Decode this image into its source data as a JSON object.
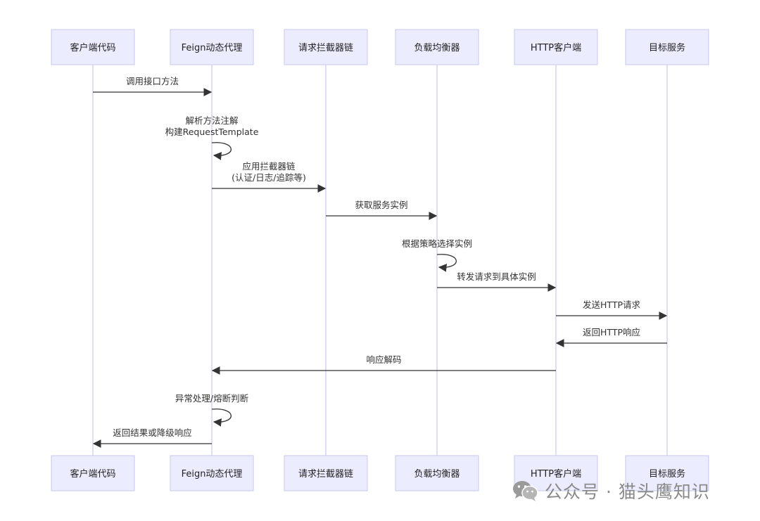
{
  "participants": [
    {
      "id": "client",
      "label": "客户端代码"
    },
    {
      "id": "feign",
      "label": "Feign动态代理"
    },
    {
      "id": "interceptor",
      "label": "请求拦截器链"
    },
    {
      "id": "lb",
      "label": "负载均衡器"
    },
    {
      "id": "http",
      "label": "HTTP客户端"
    },
    {
      "id": "target",
      "label": "目标服务"
    }
  ],
  "messages": [
    {
      "from": "client",
      "to": "feign",
      "lines": [
        "调用接口方法"
      ]
    },
    {
      "from": "feign",
      "to": "feign",
      "lines": [
        "解析方法注解",
        "构建RequestTemplate"
      ]
    },
    {
      "from": "feign",
      "to": "interceptor",
      "lines": [
        "应用拦截器链",
        "(认证/日志/追踪等)"
      ]
    },
    {
      "from": "interceptor",
      "to": "lb",
      "lines": [
        "获取服务实例"
      ]
    },
    {
      "from": "lb",
      "to": "lb",
      "lines": [
        "根据策略选择实例"
      ]
    },
    {
      "from": "lb",
      "to": "http",
      "lines": [
        "转发请求到具体实例"
      ]
    },
    {
      "from": "http",
      "to": "target",
      "lines": [
        "发送HTTP请求"
      ]
    },
    {
      "from": "target",
      "to": "http",
      "lines": [
        "返回HTTP响应"
      ]
    },
    {
      "from": "http",
      "to": "feign",
      "lines": [
        "响应解码"
      ]
    },
    {
      "from": "feign",
      "to": "feign",
      "lines": [
        "异常处理/熔断判断"
      ]
    },
    {
      "from": "feign",
      "to": "client",
      "lines": [
        "返回结果或降级响应"
      ]
    }
  ],
  "watermark": {
    "text": "公众号 · 猫头鹰知识",
    "icon": "wechat-icon"
  },
  "colors": {
    "actor_fill": "#ECECFF",
    "actor_border": "#C9C9F0",
    "lifeline": "#CFCFF2",
    "message": "#333333"
  }
}
